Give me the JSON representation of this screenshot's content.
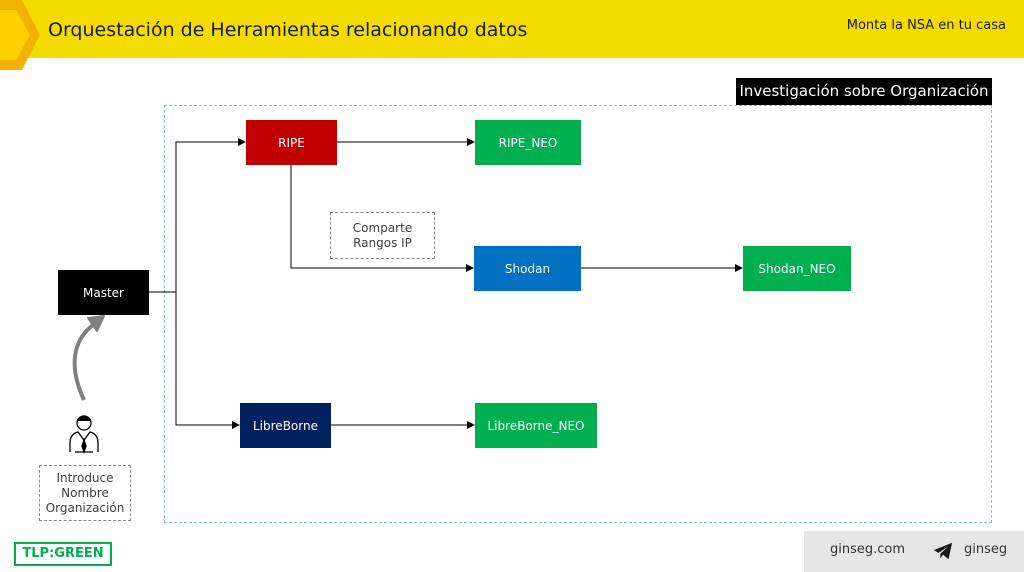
{
  "header": {
    "title": "Orquestación de Herramientas relacionando datos",
    "tagline": "Monta la NSA en tu casa",
    "accent_color": "#f5dc00"
  },
  "section": {
    "label": "Investigación sobre Organización"
  },
  "nodes": {
    "master": "Master",
    "ripe": "RIPE",
    "ripe_neo": "RIPE_NEO",
    "shodan": "Shodan",
    "shodan_neo": "Shodan_NEO",
    "libreborne": "LibreBorne",
    "libreborne_neo": "LibreBorne_NEO"
  },
  "notes": {
    "shares": [
      "Comparte",
      "Rangos IP"
    ],
    "input": [
      "Introduce",
      "Nombre",
      "Organización"
    ]
  },
  "icons": {
    "user": "businessman-icon",
    "curved_arrow": "curved-arrow-icon",
    "telegram": "telegram-icon"
  },
  "footer": {
    "tlp": "TLP:GREEN",
    "site": "ginseg.com",
    "handle": "ginseg"
  },
  "colors": {
    "red": "#c00000",
    "green": "#00b050",
    "blue": "#0070c0",
    "navy": "#002060"
  }
}
